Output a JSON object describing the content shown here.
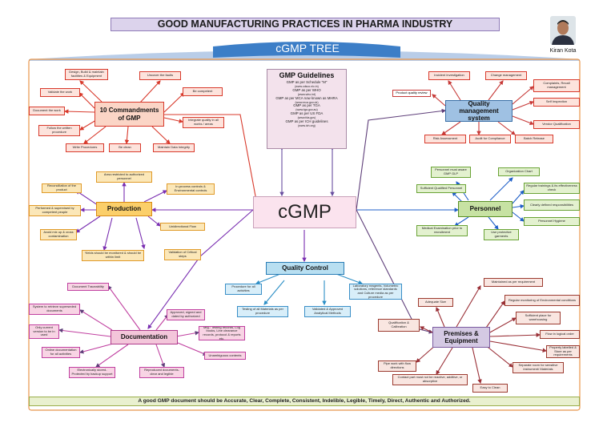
{
  "title": "GOOD MANUFACTURING PRACTICES IN PHARMA INDUSTRY",
  "subtitle": "cGMP TREE",
  "author": "Kiran Kota",
  "center": "cGMP",
  "footer": "A good GMP document should be Accurate, Clear, Complete, Consistent, Indelible, Legible, Timely, Direct, Authentic and Authorized.",
  "colors": {
    "title_bg": "#dcd3ec",
    "banner": "#3c7ec7",
    "commandments_arrow": "#d8392b",
    "production_arrow": "#7a2fb1",
    "qc_arrow": "#2d8fc6",
    "personnel_arrow": "#1f5fc8",
    "qm_arrow": "#c73a38",
    "premises_arrow": "#9a2f36",
    "guidelines_arrow": "#6a4fa0"
  },
  "guidelines": {
    "heading": "GMP Guidelines",
    "lines": [
      "GMP as per Schedule \"M\"",
      "(www.cdsco.nic.in)",
      "GMP as per WHO",
      "(www.who.int)",
      "GMP as per MCA now known as MHRA",
      "(www.mca.gov.uk)",
      "GMP as per TGA",
      "(www.tga.gov.au)",
      "GMP as per US FDA",
      "(www.fda.gov)",
      "GMP as per ICH guidelines",
      "(www.ich.org)"
    ]
  },
  "commandments": {
    "hub": "10 Commandments of GMP",
    "items": [
      "Design, Build & maintain facilities & Equipment",
      "Uncover the faults",
      "Validate the work",
      "Be competent",
      "Document the work",
      "Integrate quality in all works / areas",
      "Follow the written procedure",
      "Write Procedures",
      "Be clean",
      "Maintain Data Integrity"
    ]
  },
  "production": {
    "hub": "Production",
    "items": [
      "Area restricted to authorized personnel",
      "Reconciliation of the product",
      "In-process controls & Environmental controls",
      "Performed & supervised by competent people",
      "Unidirectional Flow",
      "Avoid mix up & cross contamination",
      "Validation of Critical steps",
      "Yields should be monitored & should be within limit"
    ]
  },
  "quality_control": {
    "hub": "Quality Control",
    "items": [
      "Procedure for all activities",
      "Laboratory reagents, Volumetric solutions, reference standards and Culture media as per procedure",
      "Testing of all Materials as per procedure",
      "Validated & Approved Analytical Methods"
    ]
  },
  "documentation": {
    "hub": "Documentation",
    "items": [
      "Document Traceability",
      "System to retrieve superseded documents",
      "Approved, signed and dated by authorized",
      "Only current version to be in used",
      "Mfg.: Testing records, Log books, Line clearance records, protocol & reports etc.",
      "Online documentation for all activities",
      "Unambiguous contents",
      "Electronically stored-Protected by backup support",
      "Reproduced documents-clear and legible"
    ]
  },
  "quality_management": {
    "hub": "Quality management system",
    "items": [
      "Incident Investigation",
      "Change management",
      "Product quality review",
      "Complaints, Recall management",
      "Self Inspection",
      "Vendor Qualification",
      "Risk Assessment",
      "Audit for Compliance",
      "Batch Release"
    ]
  },
  "personnel": {
    "hub": "Personnel",
    "items": [
      "Personnel must aware GMP GLP",
      "Organization Chart",
      "Sufficient Qualified Personnel",
      "Regular trainings & its effectiveness check",
      "Clearly defined responsibilities",
      "Personnel Hygiene",
      "Medical Examination prior to recruitment",
      "Use protective garments"
    ]
  },
  "premises": {
    "hub": "Premises & Equipment",
    "items": [
      "Maintained as per requirement",
      "Adequate Size",
      "Regular monitoring of Environmental conditions",
      "Qualification & Calibration",
      "Sufficient place for warehousing",
      "Flow in logical order",
      "Property labelled & Store as per requirements",
      "Pipe work with flow directions",
      "Separate room for sensitive instrument/ Materials",
      "Contact part must not be reactive, additive, or absorptive",
      "Easy to Clean"
    ]
  }
}
